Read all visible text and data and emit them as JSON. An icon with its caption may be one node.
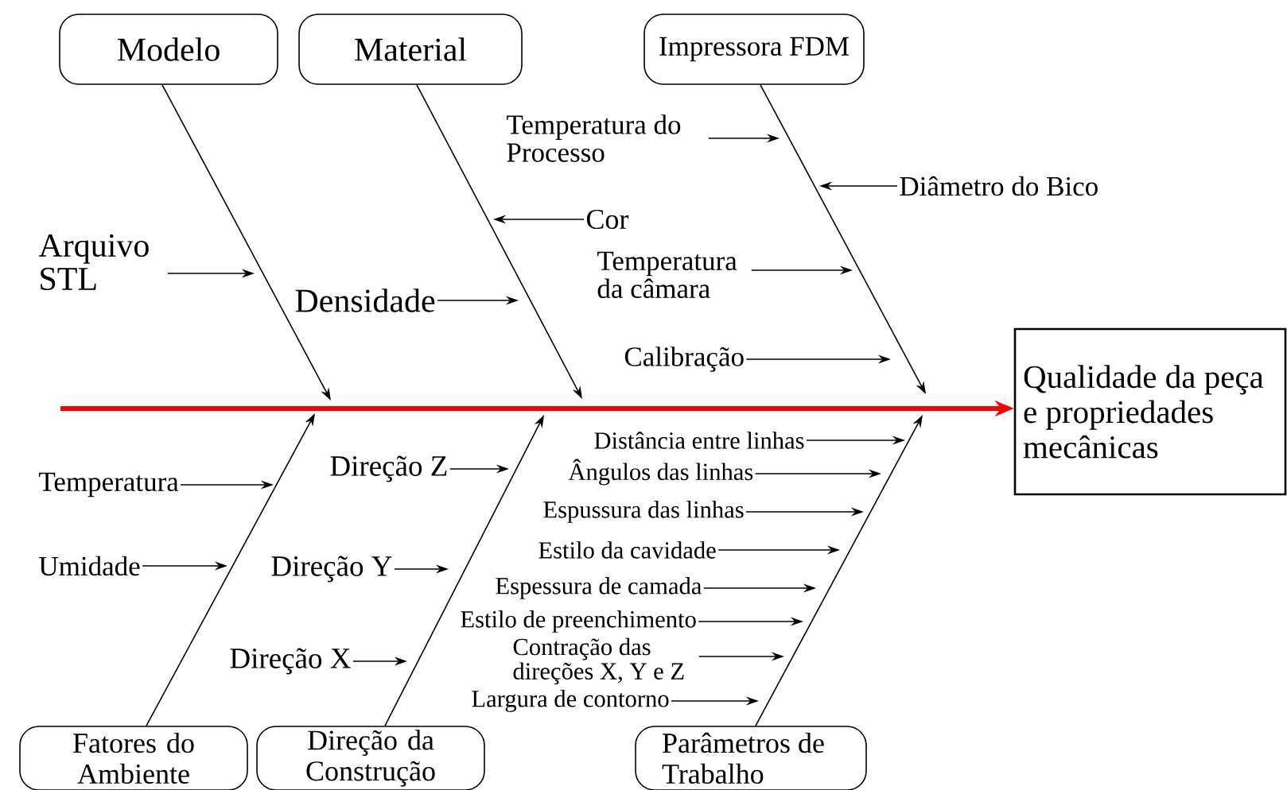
{
  "diagram": {
    "nodes": [
      {
        "text": [
          "Modelo"
        ]
      },
      {
        "text": [
          "Material"
        ]
      },
      {
        "text": [
          "Impressora FDM"
        ]
      },
      {
        "text": [
          "Qualidade da peça e propriedades mecânicas"
        ]
      },
      {
        "text": [
          "Fatores do Ambiente"
        ]
      },
      {
        "text": [
          "Direção da Construção"
        ]
      },
      {
        "text": [
          "Parâmetros de Trabalho"
        ]
      },
      {
        "text": [
          "Arquivo STL"
        ]
      },
      {
        "text": [
          "Cor"
        ]
      },
      {
        "text": [
          "Densidade"
        ]
      },
      {
        "text": [
          "Temperatura do Processo"
        ]
      },
      {
        "text": [
          "Diâmetro do Bico"
        ]
      },
      {
        "text": [
          "Temperatura da câmara"
        ]
      },
      {
        "text": [
          "Calibração"
        ]
      },
      {
        "text": [
          "Temperatura"
        ]
      },
      {
        "text": [
          "Umidade"
        ]
      },
      {
        "text": [
          "Direção Z"
        ]
      },
      {
        "text": [
          "Direção Y"
        ]
      },
      {
        "text": [
          "Direção X"
        ]
      },
      {
        "text": [
          "Distância entre linhas"
        ]
      },
      {
        "text": [
          "Ângulos das linhas"
        ]
      },
      {
        "text": [
          "Espussura das linhas"
        ]
      },
      {
        "text": [
          "Estilo da cavidade"
        ]
      },
      {
        "text": [
          "Espessura de camada"
        ]
      },
      {
        "text": [
          "Estilo de preenchimento"
        ]
      },
      {
        "text": [
          "Contração das direções X, Y e Z"
        ]
      },
      {
        "text": [
          "Largura de contorno"
        ]
      }
    ],
    "edges": [
      {
        "from": 0,
        "to": null,
        "arrow": "to"
      },
      {
        "from": 1,
        "to": null,
        "arrow": "to"
      },
      {
        "from": 2,
        "to": null,
        "arrow": "to"
      },
      {
        "from": 4,
        "to": null,
        "arrow": "to"
      },
      {
        "from": 5,
        "to": null,
        "arrow": "to"
      },
      {
        "from": 6,
        "to": null,
        "arrow": "to"
      },
      {
        "from": null,
        "to": 3,
        "arrow": "to",
        "style": "thick",
        "color": "#ff0000"
      },
      {
        "from": 7,
        "to": null,
        "arrow": "to"
      },
      {
        "from": 8,
        "to": null,
        "arrow": "to"
      },
      {
        "from": 9,
        "to": null,
        "arrow": "to"
      },
      {
        "from": 10,
        "to": null,
        "arrow": "to"
      },
      {
        "from": 11,
        "to": null,
        "arrow": "to"
      },
      {
        "from": 12,
        "to": null,
        "arrow": "to"
      },
      {
        "from": 13,
        "to": null,
        "arrow": "to"
      },
      {
        "from": 14,
        "to": null,
        "arrow": "to"
      },
      {
        "from": 15,
        "to": null,
        "arrow": "to"
      },
      {
        "from": 16,
        "to": null,
        "arrow": "to"
      },
      {
        "from": 17,
        "to": null,
        "arrow": "to"
      },
      {
        "from": 18,
        "to": null,
        "arrow": "to"
      },
      {
        "from": 19,
        "to": null,
        "arrow": "to"
      },
      {
        "from": 20,
        "to": null,
        "arrow": "to"
      },
      {
        "from": 21,
        "to": null,
        "arrow": "to"
      },
      {
        "from": 22,
        "to": null,
        "arrow": "to"
      },
      {
        "from": 23,
        "to": null,
        "arrow": "to"
      },
      {
        "from": 24,
        "to": null,
        "arrow": "to"
      },
      {
        "from": 25,
        "to": null,
        "arrow": "to"
      },
      {
        "from": 26,
        "to": null,
        "arrow": "to"
      }
    ]
  }
}
